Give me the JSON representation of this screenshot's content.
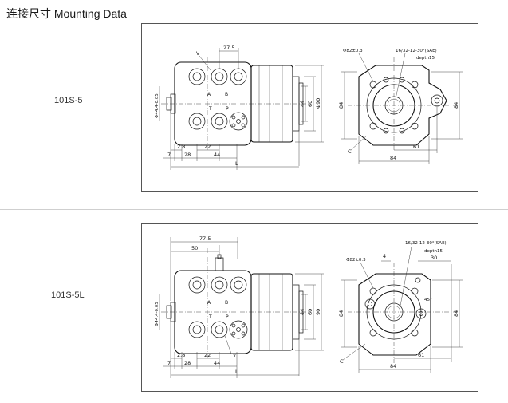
{
  "page": {
    "title": "连接尺寸 Mounting Data"
  },
  "models": [
    {
      "name": "101S-5",
      "dims": {
        "top_width": "27.5",
        "port_v": "V",
        "flange_dia": "Φ44.4-0.05",
        "port_a": "A",
        "port_b": "B",
        "port_t": "T",
        "port_p": "P",
        "step": "2.8",
        "w22": "22",
        "w7": "7",
        "w28": "28",
        "w44": "44",
        "len_l": "L",
        "h44": "44",
        "h60": "60",
        "h90": "Φ90",
        "pcd": "Φ82±0.3",
        "thread": "16/32-12-30°(SAE)",
        "depth": "depth15",
        "side84": "84",
        "right84": "84",
        "bottom84": "84",
        "w61": "61",
        "c_label": "C"
      }
    },
    {
      "name": "101S-5L",
      "dims": {
        "top775": "77.5",
        "top50": "50",
        "port_v": "V",
        "flange_dia": "Φ44.4-0.05",
        "port_a": "A",
        "port_b": "B",
        "port_t": "T",
        "port_p": "P",
        "step": "2.8",
        "w22": "22",
        "w7": "7",
        "w28": "28",
        "w44": "44",
        "len_l": "L",
        "h44": "44",
        "h60": "60",
        "h90": "90",
        "pcd": "Φ82±0.3",
        "thread": "16/32-12-30°(SAE)",
        "depth": "depth15",
        "w4": "4",
        "w30": "30",
        "ang45": "45°",
        "side84": "84",
        "right84": "84",
        "bottom84": "84",
        "w61": "61",
        "c_label": "C"
      }
    }
  ]
}
